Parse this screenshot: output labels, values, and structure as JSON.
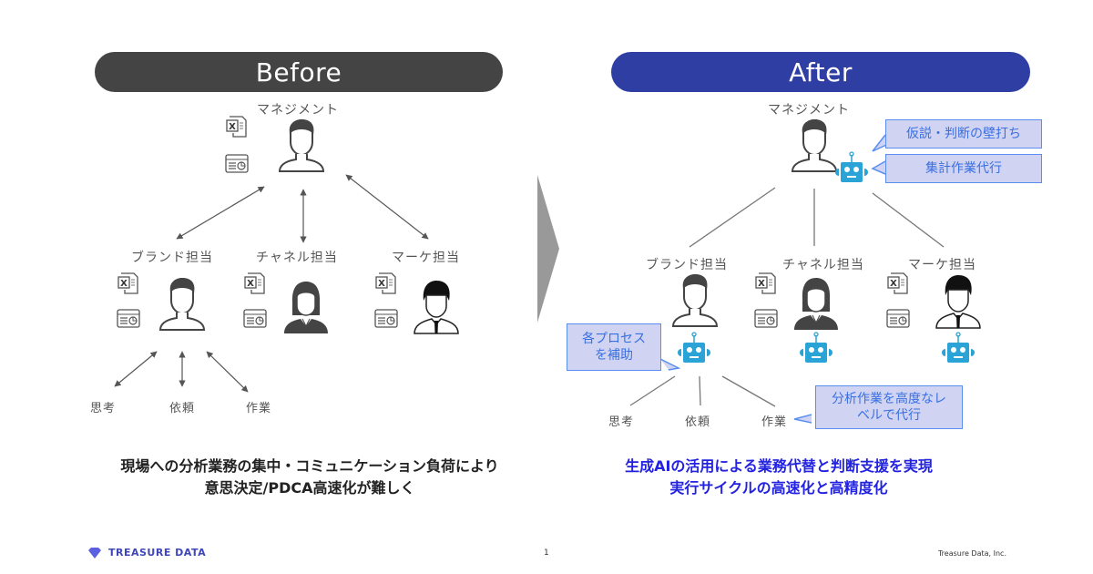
{
  "before": {
    "title": "Before",
    "management_label": "マネジメント",
    "roles": [
      "ブランド担当",
      "チャネル担当",
      "マーケ担当"
    ],
    "tasks": [
      "思考",
      "依頼",
      "作業"
    ],
    "caption_line1": "現場への分析業務の集中・コミュニケーション負荷により",
    "caption_line2": "意思決定/PDCA高速化が難しく"
  },
  "after": {
    "title": "After",
    "management_label": "マネジメント",
    "roles": [
      "ブランド担当",
      "チャネル担当",
      "マーケ担当"
    ],
    "tasks": [
      "思考",
      "依頼",
      "作業"
    ],
    "callouts": {
      "hypothesis": "仮説・判断の壁打ち",
      "aggregation": "集計作業代行",
      "process_line1": "各プロセス",
      "process_line2": "を補助",
      "analysis_line1": "分析作業を高度なレ",
      "analysis_line2": "ベルで代行"
    },
    "caption_line1": "生成AIの活用による業務代替と判断支援を実現",
    "caption_line2": "実行サイクルの高速化と高精度化"
  },
  "footer": {
    "logo_text": "TREASURE DATA",
    "page_number": "1",
    "company": "Treasure Data, Inc."
  },
  "colors": {
    "before_pill": "#444444",
    "after_pill": "#2f3ea3",
    "robot": "#2aa3d6",
    "callout_fill": "#d0d4f2",
    "callout_border": "#5a8ef0",
    "after_caption": "#2222e0",
    "arrow_shape": "#999999"
  }
}
